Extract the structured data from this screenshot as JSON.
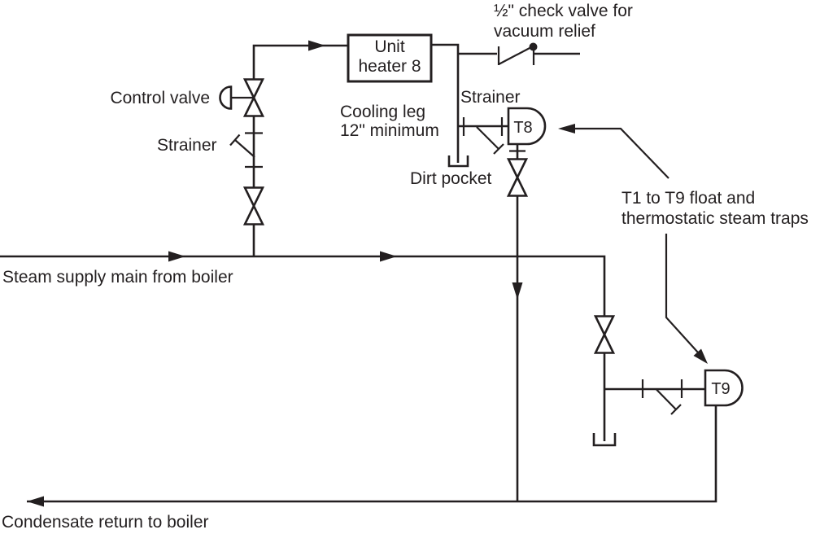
{
  "diagram": {
    "type": "piping-schematic",
    "colors": {
      "ink": "#231f20",
      "background": "#ffffff"
    },
    "labels": {
      "check_valve_line1": "½\" check valve for",
      "check_valve_line2": "vacuum relief",
      "unit_heater_line1": "Unit",
      "unit_heater_line2": "heater 8",
      "control_valve": "Control valve",
      "strainer_supply": "Strainer",
      "cooling_leg_line1": "Cooling leg",
      "cooling_leg_line2": "12\" minimum",
      "strainer_t8": "Strainer",
      "dirt_pocket": "Dirt pocket",
      "traps_note_line1": "T1 to T9 float and",
      "traps_note_line2": "thermostatic steam traps",
      "steam_supply_main": "Steam supply main from boiler",
      "condensate_return": "Condensate return to boiler",
      "trap_t8": "T8",
      "trap_t9": "T9"
    }
  }
}
